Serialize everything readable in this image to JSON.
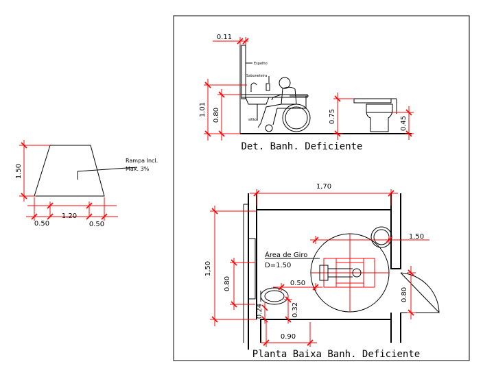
{
  "ramp": {
    "height_label": "1.50",
    "label_left": "0.50",
    "label_mid": "1.20",
    "label_right": "0.50",
    "note_line1": "Rampa Incl.",
    "note_line2": "Max. 3%"
  },
  "elevation": {
    "title": "Det. Banh. Deficiente",
    "dim_top": "0.11",
    "dim_101": "1.01",
    "dim_080": "0.80",
    "dim_075": "0.75",
    "dim_045": "0.45",
    "note_espelho": "Espelho",
    "note_saboneteira": "Saboneteira",
    "note_tiny": "sifão"
  },
  "plan": {
    "title": "Planta Baixa Banh. Deficiente",
    "dim_170": "1,70",
    "dim_150_v": "1,50",
    "dim_150_circle": "1.50",
    "dim_080_left": "0.80",
    "dim_080_door": "0.80",
    "dim_050": "0.50",
    "dim_032": "0.32",
    "dim_024": "0.24",
    "dim_090": "0.90",
    "area_line1": "Área de Giro",
    "area_line2": "D=1.50"
  },
  "colors": {
    "line": "#000000",
    "dimension": "#ff0000",
    "background": "#ffffff"
  }
}
